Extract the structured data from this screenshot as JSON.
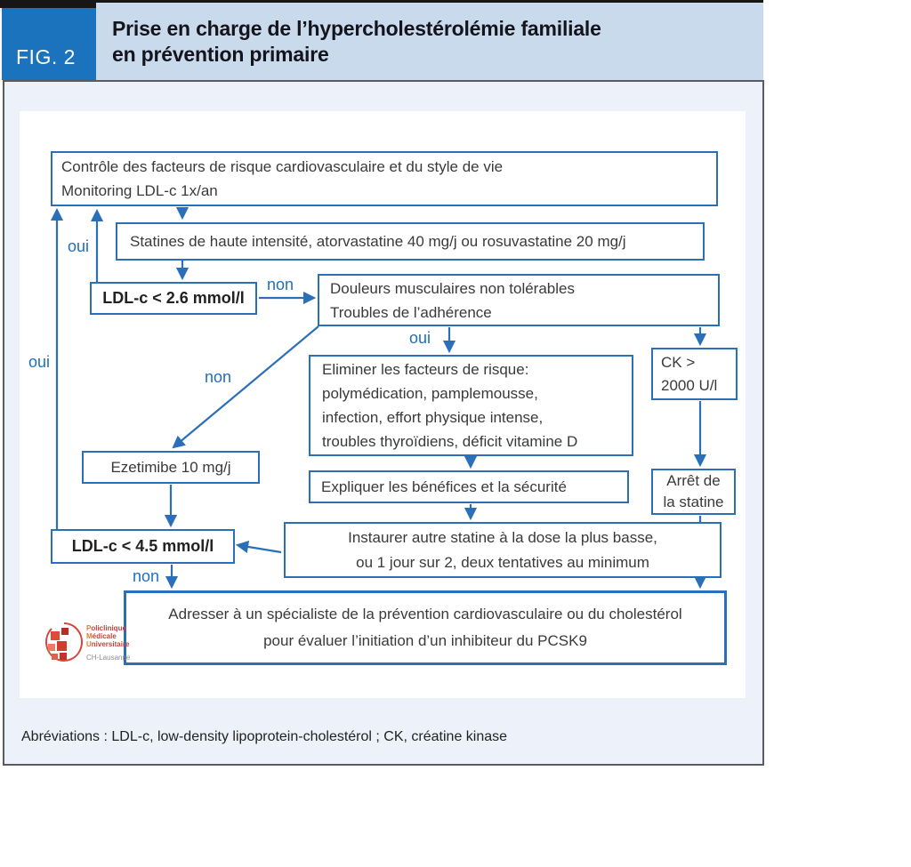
{
  "header": {
    "fig_label": "FIG. 2",
    "title_line1": "Prise en charge de l’hypercholestérolémie familiale",
    "title_line2": "en prévention primaire"
  },
  "flowchart": {
    "nodes": {
      "controle": {
        "lines": [
          "Contrôle des facteurs de risque cardiovasculaire et du style de vie",
          "Monitoring LDL-c 1x/an"
        ]
      },
      "statines": {
        "lines": [
          "Statines de haute intensité, atorvastatine 40 mg/j ou rosuvastatine 20 mg/j"
        ]
      },
      "ldl26": {
        "lines": [
          "LDL-c < 2.6 mmol/l"
        ]
      },
      "douleurs": {
        "lines": [
          "Douleurs musculaires non tolérables",
          "Troubles de l’adhérence"
        ]
      },
      "eliminer": {
        "lines": [
          "Eliminer les facteurs de risque:",
          "polymédication, pamplemousse,",
          "infection, effort physique intense,",
          "troubles thyroïdiens, déficit vitamine D"
        ]
      },
      "ck": {
        "lines": [
          "CK >",
          "2000 U/l"
        ]
      },
      "ezetimibe": {
        "lines": [
          "Ezetimibe 10 mg/j"
        ]
      },
      "expliquer": {
        "lines": [
          "Expliquer les bénéfices et la sécurité"
        ]
      },
      "arret": {
        "lines": [
          "Arrêt de",
          "la statine"
        ]
      },
      "instaurer": {
        "lines": [
          "Instaurer autre statine à la dose la plus basse,",
          "ou 1 jour sur 2, deux tentatives au minimum"
        ]
      },
      "ldl45": {
        "lines": [
          "LDL-c < 4.5 mmol/l"
        ]
      },
      "adresser": {
        "lines": [
          "Adresser à un spécialiste de la prévention cardiovasculaire ou du cholestérol",
          "pour évaluer l’initiation d’un inhibiteur du PCSK9"
        ]
      }
    },
    "labels": {
      "oui_left": "oui",
      "oui_up": "oui",
      "non_ldl26": "non",
      "oui_douleurs": "oui",
      "non_diag": "non",
      "non_ldl45": "non"
    }
  },
  "logo": {
    "line1": "Policlinique",
    "line2": "Médicale",
    "line3": "Universitaire",
    "line4": "CH-Lausanne"
  },
  "footnote": "Abréviations : LDL-c, low-density lipoprotein-cholestérol ; CK, créatine kinase",
  "colors": {
    "fig_tab_blue": "#1a73bc",
    "title_band_blue": "#cadaed",
    "figure_background": "#edf1f9",
    "box_border_blue": "#2b6fb8",
    "label_blue": "#1e6fc0",
    "logo_red": "#c2453a"
  }
}
